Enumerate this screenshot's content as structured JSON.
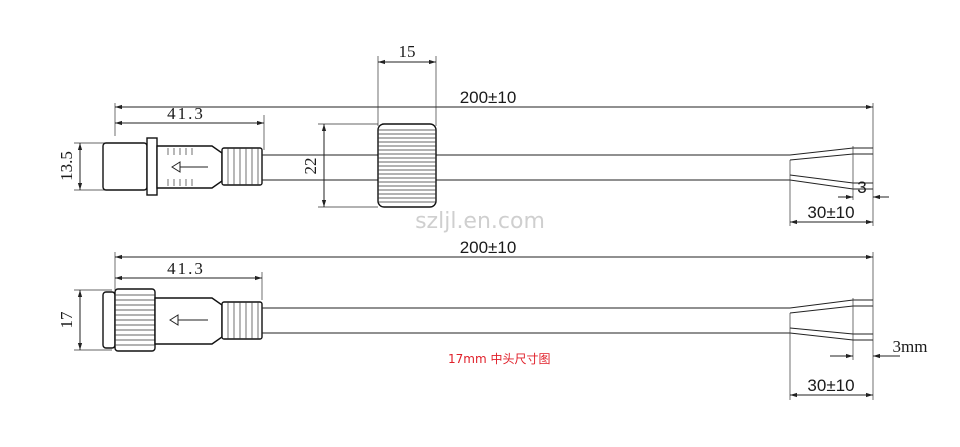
{
  "top_drawing": {
    "overall_length": "200±10",
    "plug_length": "41.3",
    "plug_diameter": "13.5",
    "nut_width": "15",
    "nut_diameter": "22",
    "strip_short": "3",
    "strip_long": "30±10"
  },
  "bottom_drawing": {
    "overall_length": "200±10",
    "plug_length": "41.3",
    "plug_diameter": "17",
    "strip_short": "3mm",
    "strip_long": "30±10"
  },
  "caption": "17mm 中头尺寸图",
  "watermark": "szljl.en.com",
  "colors": {
    "caption": "#e0202a",
    "lines": "#222222",
    "watermark": "#cfcfcf"
  }
}
